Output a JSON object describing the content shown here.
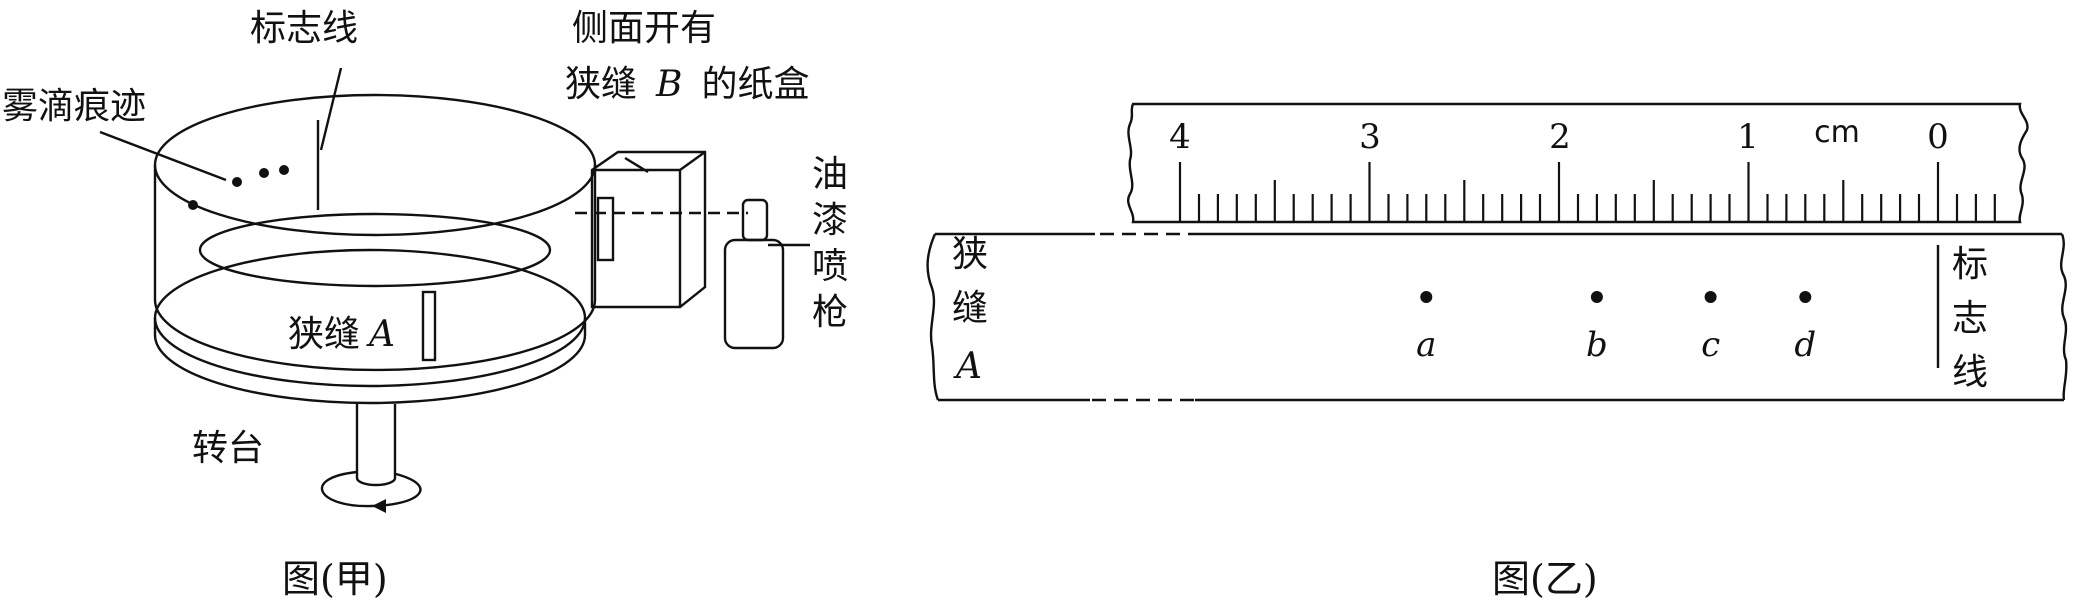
{
  "figure_jia": {
    "label_marker_line": "标志线",
    "label_mist_traces": "雾滴痕迹",
    "label_paper_box_line1": "侧面开有",
    "label_paper_box_line2_pre": "狭缝",
    "label_paper_box_B": "B",
    "label_paper_box_line2_post": "的纸盒",
    "label_spray_gun": [
      "油",
      "漆",
      "喷",
      "枪"
    ],
    "label_slit_A_pre": "狭缝",
    "label_slit_A": "A",
    "label_turntable": "转台",
    "caption": "图(甲)"
  },
  "figure_yi": {
    "ruler_numbers": [
      "4",
      "3",
      "2",
      "1",
      "0"
    ],
    "ruler_unit": "cm",
    "slit_label": [
      "狭",
      "缝"
    ],
    "slit_A": "A",
    "marker_label": [
      "标",
      "志",
      "线"
    ],
    "dot_labels": [
      "a",
      "b",
      "c",
      "d"
    ],
    "dot_positions_cm": [
      2.7,
      1.8,
      1.2,
      0.7
    ],
    "caption": "图(乙)"
  }
}
